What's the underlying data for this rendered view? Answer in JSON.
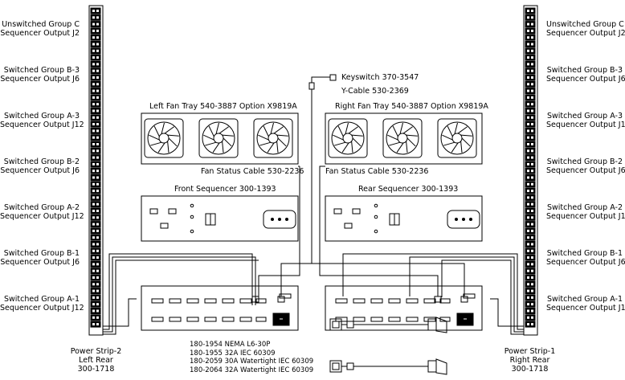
{
  "strip_groups": [
    {
      "line1": "Unswitched Group C",
      "line2": "Sequencer Output J2"
    },
    {
      "line1": "Switched Group B-3",
      "line2": "Sequencer Output J6"
    },
    {
      "line1": "Switched Group A-3",
      "line2": "Sequencer Output J12"
    },
    {
      "line1": "Switched Group B-2",
      "line2": "Sequencer Output J6"
    },
    {
      "line1": "Switched Group A-2",
      "line2": "Sequencer Output J12"
    },
    {
      "line1": "Switched Group B-1",
      "line2": "Sequencer Output J6"
    },
    {
      "line1": "Switched Group A-1",
      "line2": "Sequencer Output J12"
    }
  ],
  "left_strip": {
    "line1": "Power Strip-2",
    "line2": "Left Rear",
    "line3": "300-1718"
  },
  "right_strip": {
    "line1": "Power Strip-1",
    "line2": "Right Rear",
    "line3": "300-1718"
  },
  "keyswitch": "Keyswitch 370-3547",
  "y_cable": "Y-Cable 530-2369",
  "left_fan_tray": "Left Fan Tray 540-3887 Option X9819A",
  "right_fan_tray": "Right Fan Tray 540-3887 Option X9819A",
  "fan_status_left": "Fan Status Cable 530-2236",
  "fan_status_right": "Fan Status Cable 530-2236",
  "front_sequencer": "Front Sequencer 300-1393",
  "rear_sequencer": "Rear Sequencer 300-1393",
  "cables": [
    "180-1954 NEMA L6-30P",
    "180-1955 32A IEC 60309",
    "180-2059 30A Watertight IEC 60309",
    "180-2064 32A Watertight IEC 60309"
  ]
}
